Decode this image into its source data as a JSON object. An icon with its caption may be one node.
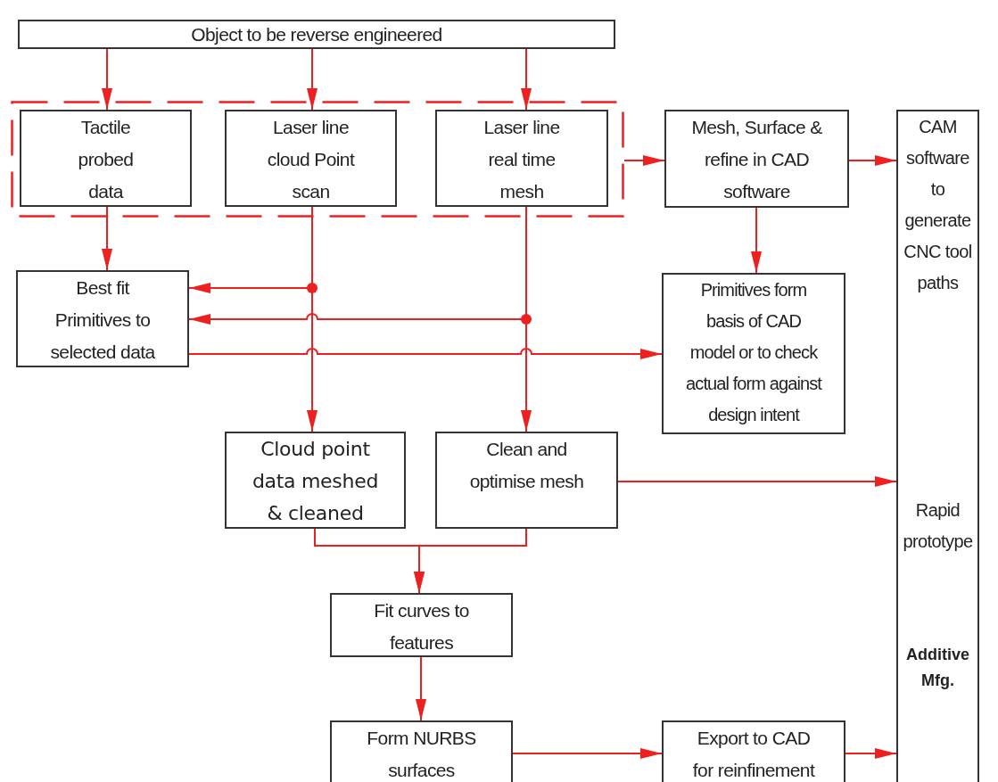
{
  "diagram": {
    "nodes": [
      {
        "text": [
          "Object to be reverse engineered"
        ]
      },
      {
        "text": [],
        "shape": "box"
      },
      {
        "text": [
          "Tactile probed data"
        ],
        "in": 1
      },
      {
        "text": [
          "Laser line cloud Point scan"
        ],
        "in": 1
      },
      {
        "text": [
          "Laser line real time mesh"
        ],
        "in": 1
      },
      {
        "text": [
          "Mesh, Surface & refine in CAD software"
        ]
      },
      {
        "text": [
          "CAM software to generate CNC tool paths",
          "Rapid prototype",
          "Additive Mfg."
        ]
      },
      {
        "text": [
          "Best fit Primitives to selected data"
        ]
      },
      {
        "text": [
          "Primitives form basis of CAD model or to check actual form against design intent"
        ]
      },
      {
        "text": [
          "Cloud point data meshed & cleaned"
        ]
      },
      {
        "text": [
          "Clean and optimise mesh"
        ]
      },
      {
        "text": [
          "Fit curves to features"
        ]
      },
      {
        "text": [
          "Form NURBS surfaces"
        ]
      },
      {
        "text": [
          "Export to CAD for reinfinement"
        ]
      }
    ],
    "edges": [
      {
        "from": 0,
        "to": 2,
        "arrow": "to"
      },
      {
        "from": 0,
        "to": 3,
        "arrow": "to"
      },
      {
        "from": 0,
        "to": 4,
        "arrow": "to"
      },
      {
        "from": 1,
        "to": 5,
        "arrow": "to"
      },
      {
        "from": 5,
        "to": 6,
        "arrow": "to"
      },
      {
        "from": 5,
        "to": 8,
        "arrow": "to"
      },
      {
        "from": 2,
        "to": 7,
        "arrow": "to"
      },
      {
        "from": 3,
        "to": 7,
        "arrow": "to"
      },
      {
        "from": 4,
        "to": 7,
        "arrow": "to"
      },
      {
        "from": 7,
        "to": 8,
        "arrow": "to"
      },
      {
        "from": 3,
        "to": 9,
        "arrow": "to"
      },
      {
        "from": 4,
        "to": 10,
        "arrow": "to"
      },
      {
        "from": 10,
        "to": 6,
        "arrow": "to"
      },
      {
        "from": 9,
        "to": 11,
        "arrow": "to"
      },
      {
        "from": 10,
        "to": 11,
        "arrow": "to"
      },
      {
        "from": 11,
        "to": 12,
        "arrow": "to"
      },
      {
        "from": 12,
        "to": 13,
        "arrow": "to"
      },
      {
        "from": 13,
        "to": 6,
        "arrow": "to"
      }
    ]
  }
}
